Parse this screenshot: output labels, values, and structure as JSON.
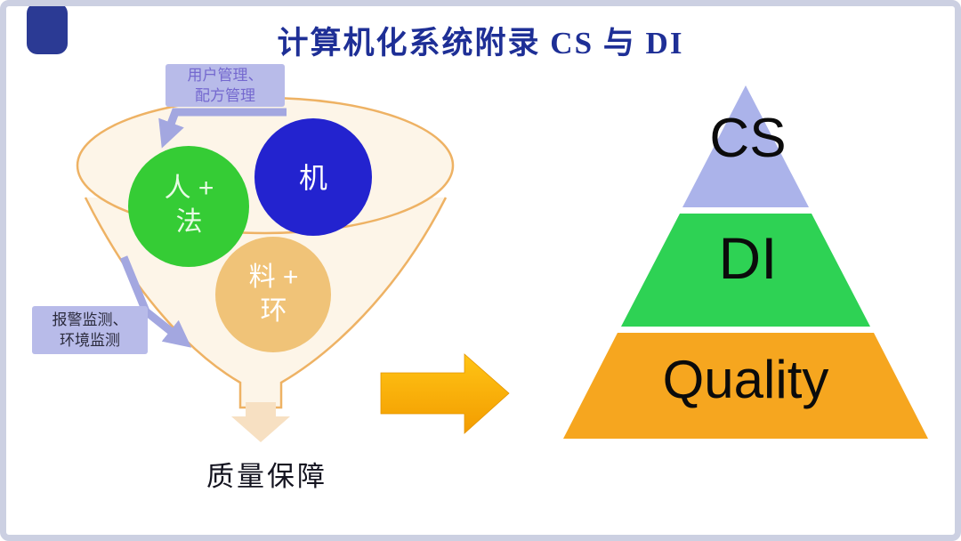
{
  "title": "计算机化系统附录 CS 与 DI",
  "funnel": {
    "top_label": "用户管理、\n配方管理",
    "left_label": "报警监测、\n环境监测",
    "circles": {
      "green": "人 +\n法",
      "blue": "机",
      "tan": "料 +\n环"
    },
    "bottom_label": "质量保障"
  },
  "pyramid": {
    "levels": [
      {
        "label": "CS",
        "color": "#abb3ea"
      },
      {
        "label": "DI",
        "color": "#2ed254"
      },
      {
        "label": "Quality",
        "color": "#f6a61f"
      }
    ]
  },
  "colors": {
    "title": "#1e2f96",
    "corner_tab": "#2b3a94",
    "label_box": "#b8bbe9",
    "label_box_text_top": "#7468cf",
    "label_box_text_left": "#2b2b3d",
    "funnel_outline": "#eeb264",
    "funnel_fill": "#fdf5e8",
    "circle_green": "#35cc35",
    "circle_blue": "#2323cf",
    "circle_tan": "#f0c378",
    "connector": "#a3a7e0",
    "drop_arrow": "#f7e0c2",
    "big_arrow_top": "#ffc415",
    "big_arrow_bottom": "#f39c00",
    "pyramid_cs": "#abb3ea",
    "pyramid_di": "#2ed254",
    "pyramid_quality": "#f6a61f",
    "pyramid_text": "#0b0b0b",
    "bottom_text": "#141420",
    "frame": "#ccd0e2"
  }
}
